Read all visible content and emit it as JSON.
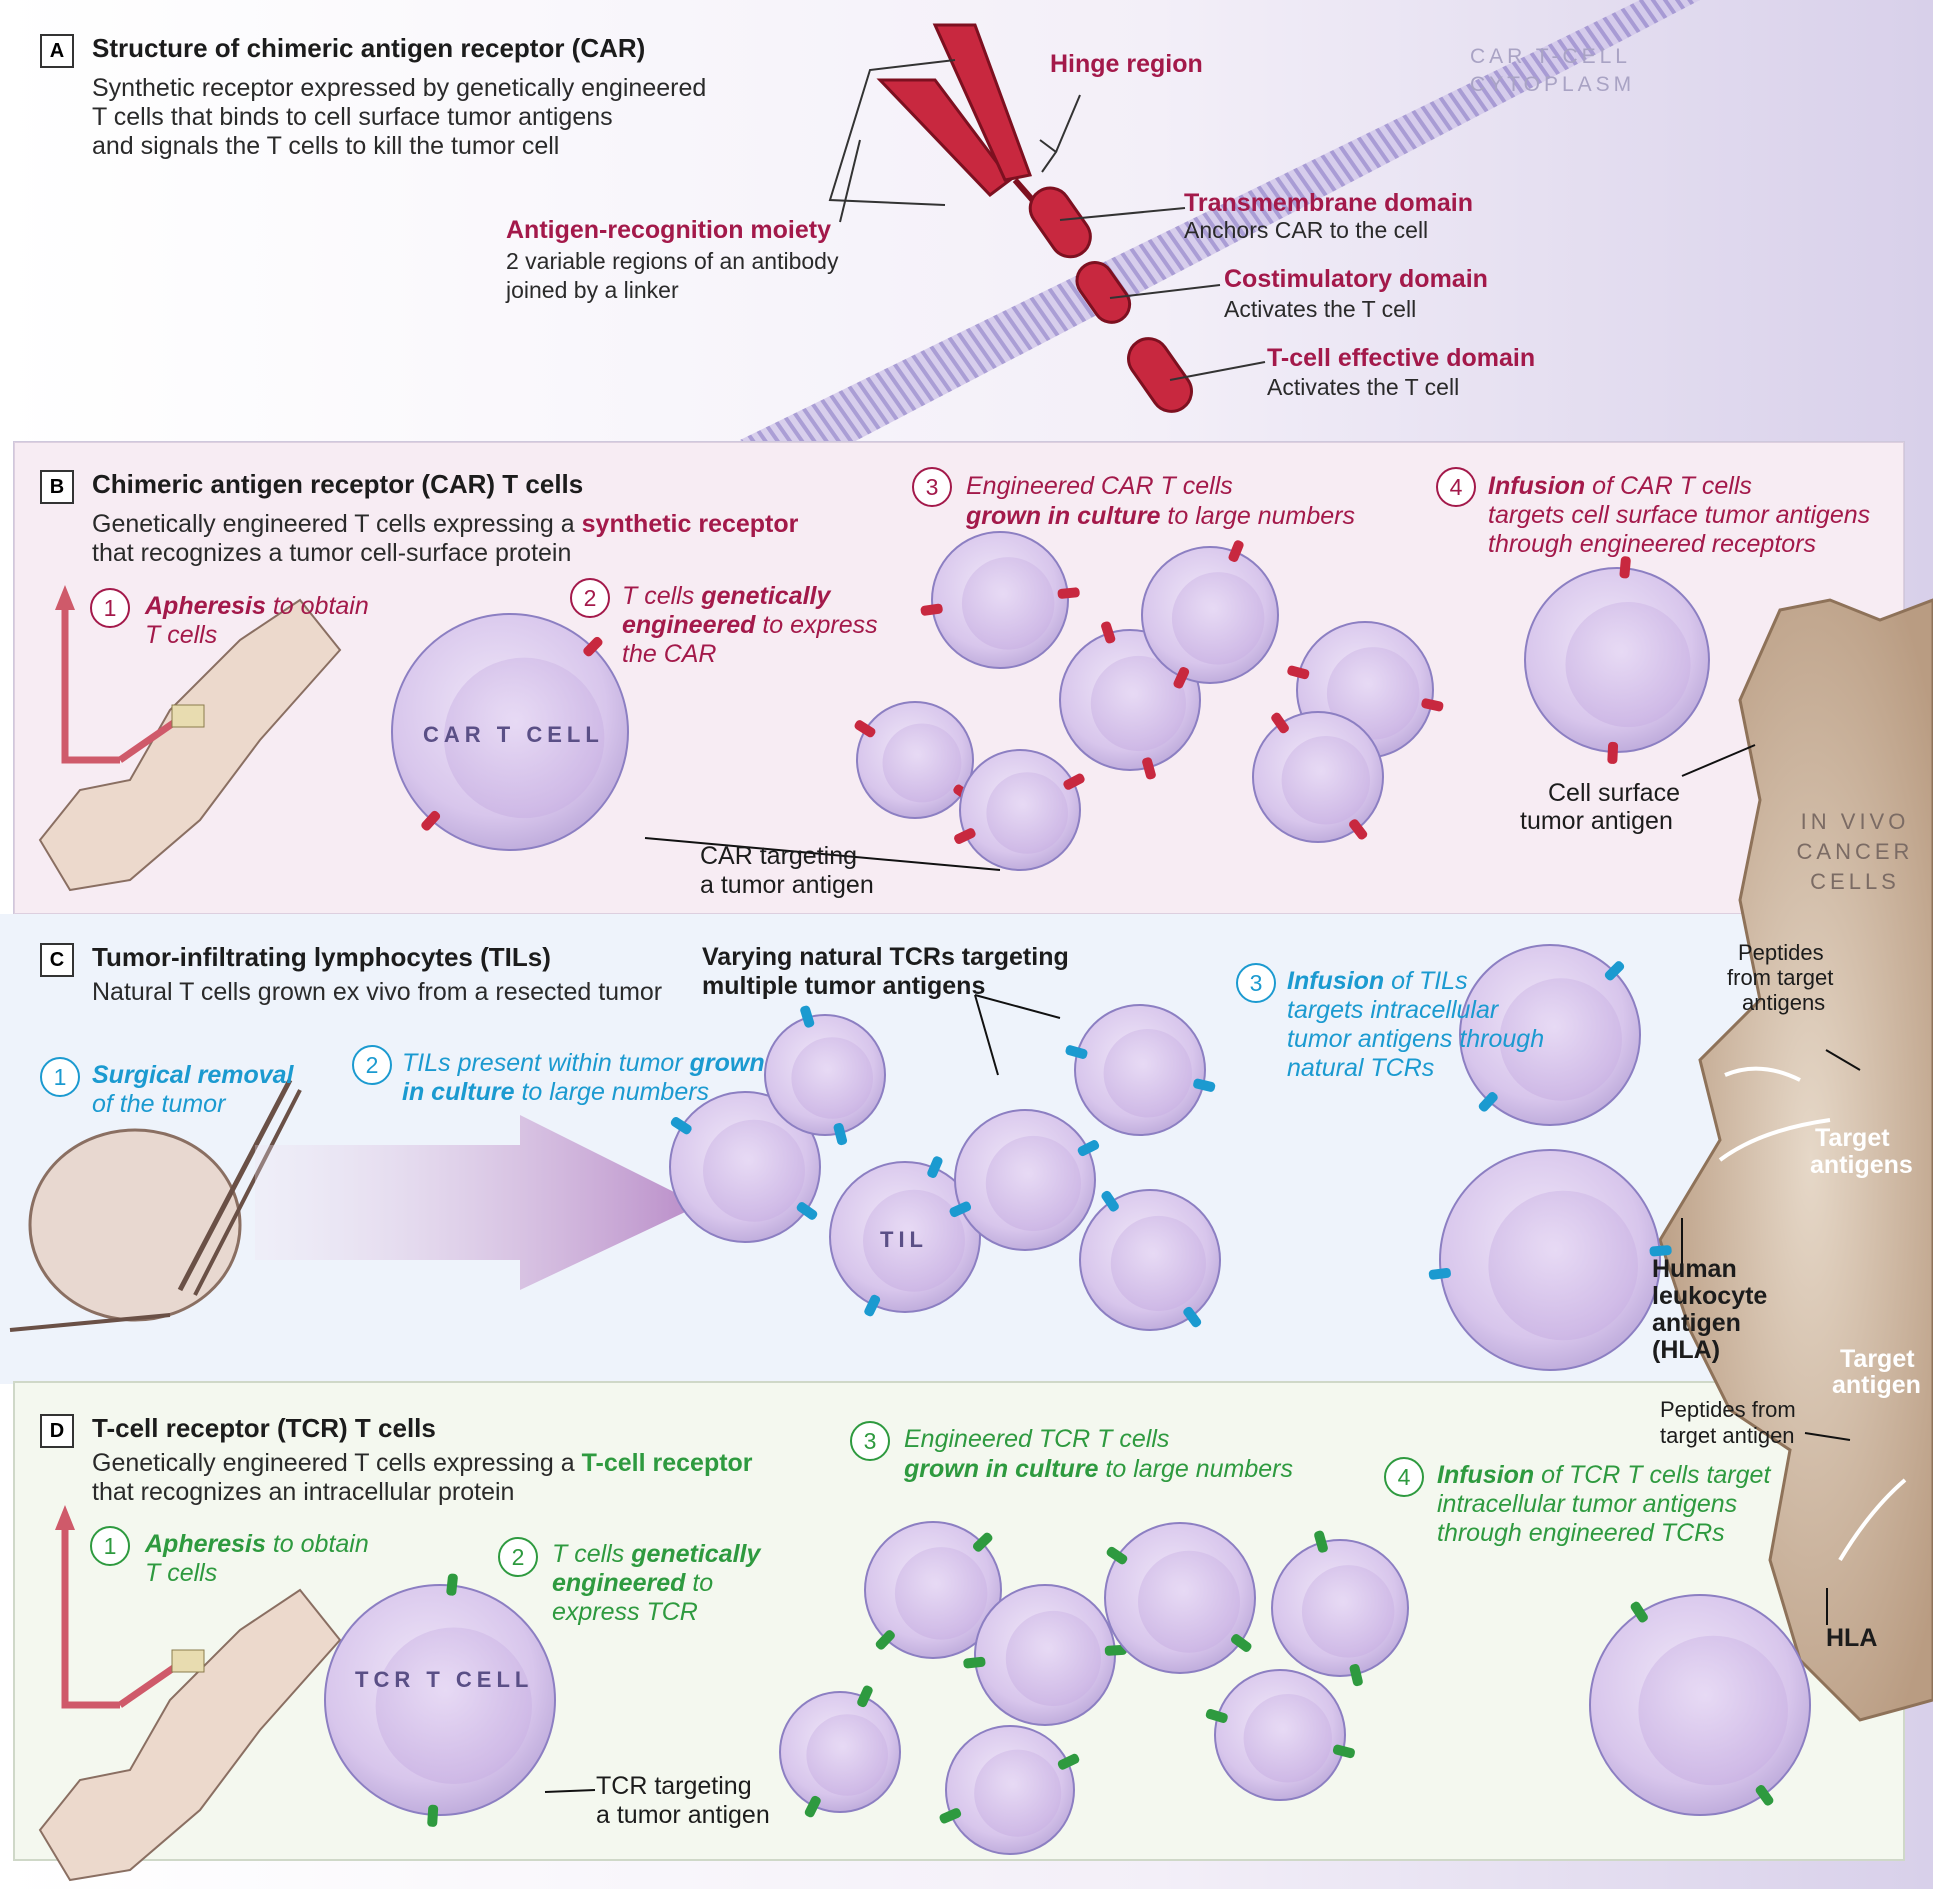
{
  "panelA": {
    "letter": "A",
    "title": "Structure of chimeric antigen receptor (CAR)",
    "desc1": "Synthetic receptor expressed by genetically engineered",
    "desc2": "T cells that binds to cell surface tumor antigens",
    "desc3": "and signals the T cells to kill the tumor cell",
    "hinge": "Hinge region",
    "cytoplasm1": "CAR T-CELL",
    "cytoplasm2": "CYTOPLASM",
    "antigen_title": "Antigen-recognition moiety",
    "antigen_desc1": "2 variable regions of an antibody",
    "antigen_desc2": "joined by a linker",
    "tm_title": "Transmembrane domain",
    "tm_desc": "Anchors CAR to the cell",
    "costim_title": "Costimulatory domain",
    "costim_desc": "Activates the T cell",
    "effective_title": "T-cell effective domain",
    "effective_desc": "Activates the T cell"
  },
  "panelB": {
    "letter": "B",
    "title": "Chimeric antigen receptor (CAR) T cells",
    "desc1_a": "Genetically engineered T cells expressing a ",
    "desc1_b": "synthetic receptor",
    "desc2": "that recognizes a tumor cell-surface protein",
    "step1_num": "1",
    "step1_bold": "Apheresis",
    "step1_rest": " to obtain",
    "step1_line2": "T cells",
    "step2_num": "2",
    "step2_a": "T cells ",
    "step2_b": "genetically",
    "step2_c": "engineered",
    "step2_d": " to express",
    "step2_e": "the CAR",
    "cell_label": "CAR T CELL",
    "car_label1": "CAR targeting",
    "car_label2": "a tumor antigen",
    "step3_num": "3",
    "step3_line1": "Engineered CAR T cells",
    "step3_bold": "grown in culture",
    "step3_rest": " to large numbers",
    "step4_num": "4",
    "step4_bold": "Infusion",
    "step4_rest": " of CAR T cells",
    "step4_line2": "targets cell surface tumor antigens",
    "step4_line3": "through engineered receptors",
    "surface1": "Cell surface",
    "surface2": "tumor antigen",
    "in_vivo1": "IN VIVO",
    "in_vivo2": "CANCER",
    "in_vivo3": "CELLS"
  },
  "panelC": {
    "letter": "C",
    "title": "Tumor-infiltrating lymphocytes (TILs)",
    "desc": "Natural T cells grown ex vivo from a resected tumor",
    "varying1": "Varying natural TCRs targeting",
    "varying2": "multiple tumor antigens",
    "step1_num": "1",
    "step1_bold": "Surgical removal",
    "step1_line2": "of the tumor",
    "step2_num": "2",
    "step2_a": "TILs present within tumor ",
    "step2_b": "grown",
    "step2_c": "in culture",
    "step2_d": " to large numbers",
    "til_label": "TIL",
    "step3_num": "3",
    "step3_bold": "Infusion",
    "step3_rest": " of TILs",
    "step3_line2": "targets intracellular",
    "step3_line3": "tumor antigens through",
    "step3_line4": "natural TCRs",
    "peptides1": "Peptides",
    "peptides2": "from target",
    "peptides3": "antigens",
    "target1": "Target",
    "target2": "antigens",
    "hla1": "Human",
    "hla2": "leukocyte",
    "hla3": "antigen",
    "hla4": "(HLA)"
  },
  "panelD": {
    "letter": "D",
    "title": "T-cell receptor (TCR) T cells",
    "desc1_a": "Genetically engineered T cells expressing a ",
    "desc1_b": "T-cell receptor",
    "desc2": "that recognizes an intracellular protein",
    "step1_num": "1",
    "step1_bold": "Apheresis",
    "step1_rest": " to obtain",
    "step1_line2": "T cells",
    "step2_num": "2",
    "step2_a": "T cells ",
    "step2_b": "genetically",
    "step2_c": "engineered",
    "step2_d": " to",
    "step2_e": "express TCR",
    "cell_label": "TCR T CELL",
    "tcr_label1": "TCR targeting",
    "tcr_label2": "a tumor antigen",
    "step3_num": "3",
    "step3_line1": "Engineered TCR T cells",
    "step3_bold": "grown in culture",
    "step3_rest": " to large numbers",
    "step4_num": "4",
    "step4_bold": "Infusion",
    "step4_rest": " of TCR T cells target",
    "step4_line2": "intracellular tumor antigens",
    "step4_line3": "through engineered TCRs",
    "target_antigen1": "Target",
    "target_antigen2": "antigen",
    "peptides1": "Peptides from",
    "peptides2": "target antigen",
    "hla": "HLA"
  },
  "colors": {
    "magenta": "#a3194a",
    "cyan": "#1b9ad0",
    "green": "#2e9a3f",
    "cell": "#d9c8ec",
    "cancer": "#c9b09a"
  }
}
